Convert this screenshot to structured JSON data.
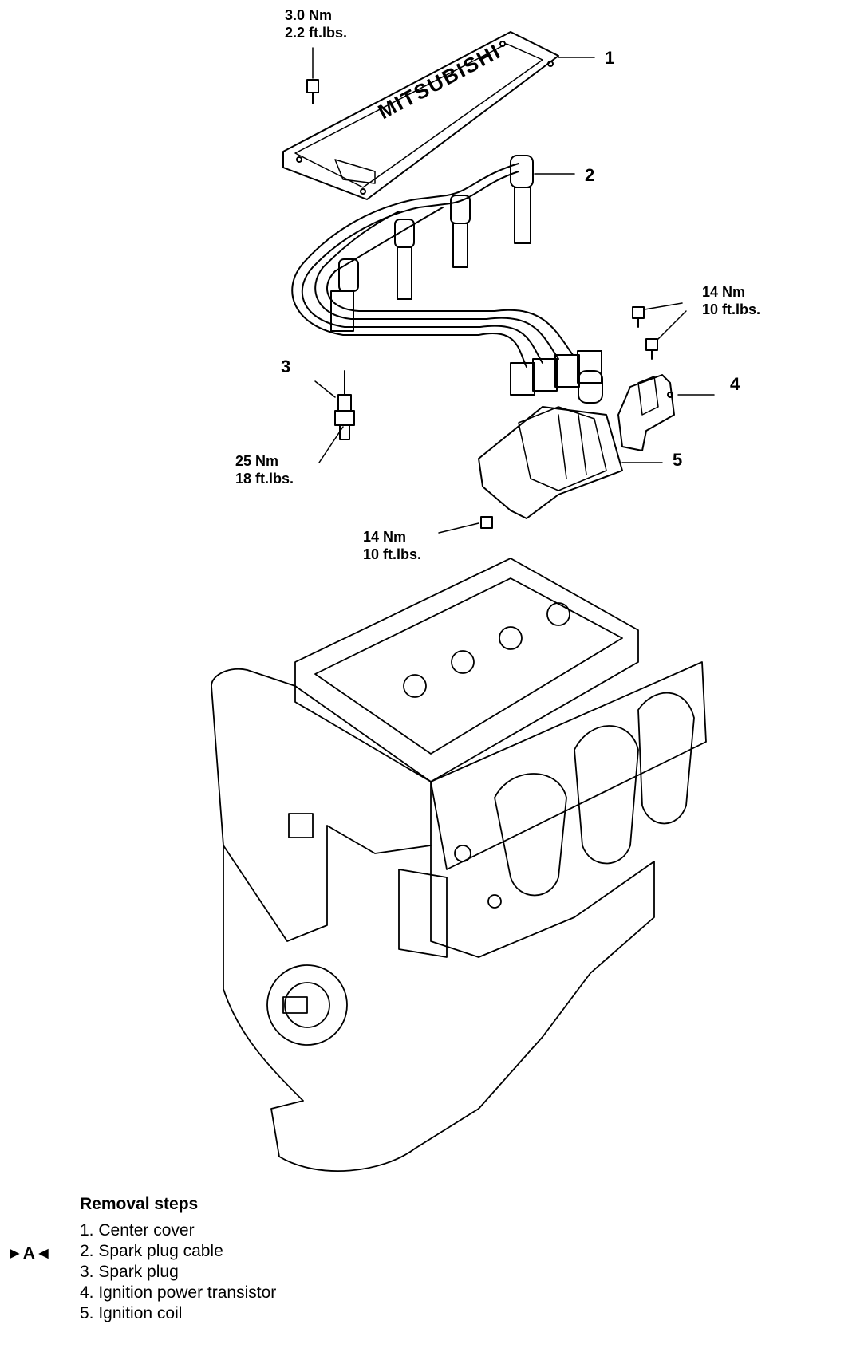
{
  "torque": {
    "cover_bolt": [
      "3.0 Nm",
      "2.2 ft.lbs."
    ],
    "transistor_bolt": [
      "14 Nm",
      "10 ft.lbs."
    ],
    "spark_plug": [
      "25 Nm",
      "18 ft.lbs."
    ],
    "coil_bolt": [
      "14 Nm",
      "10 ft.lbs."
    ]
  },
  "callouts": [
    "1",
    "2",
    "3",
    "4",
    "5"
  ],
  "brand_text": "MITSUBISHI",
  "removal": {
    "title": "Removal steps",
    "marker": "►A◄",
    "steps": [
      "1. Center cover",
      "2. Spark plug cable",
      "3. Spark plug",
      "4. Ignition power transistor",
      "5. Ignition coil"
    ]
  }
}
